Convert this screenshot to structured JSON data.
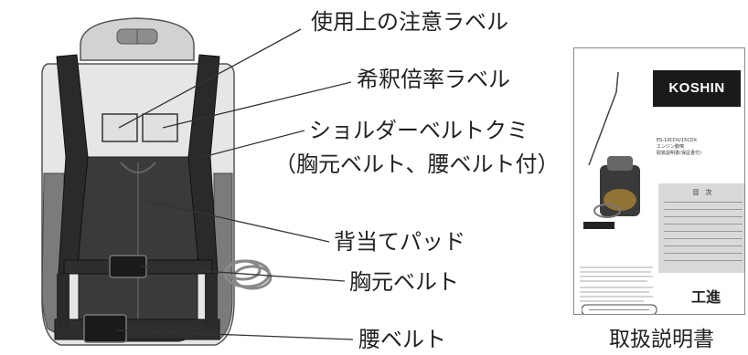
{
  "callouts": [
    {
      "id": "caution-label",
      "text": "使用上の注意ラベル"
    },
    {
      "id": "dilution-label",
      "text": "希釈倍率ラベル"
    },
    {
      "id": "shoulder-belt-line1",
      "text": "ショルダーベルトクミ"
    },
    {
      "id": "shoulder-belt-line2",
      "text": "（胸元ベルト、腰ベルト付）"
    },
    {
      "id": "back-pad",
      "text": "背当てパッド"
    },
    {
      "id": "chest-belt",
      "text": "胸元ベルト"
    },
    {
      "id": "waist-belt",
      "text": "腰ベルト"
    }
  ],
  "manual": {
    "brand": "KOSHIN",
    "model_lines": [
      "ES-10CDX/15CDX",
      "エンジン動噴",
      "取扱説明書(保証書付)"
    ],
    "toc_title": "目　次",
    "logo": "工進",
    "caption": "取扱説明書"
  },
  "colors": {
    "strap": "#222222",
    "frame": "#cfcfcf",
    "pad": "#333333",
    "line": "#333333"
  }
}
